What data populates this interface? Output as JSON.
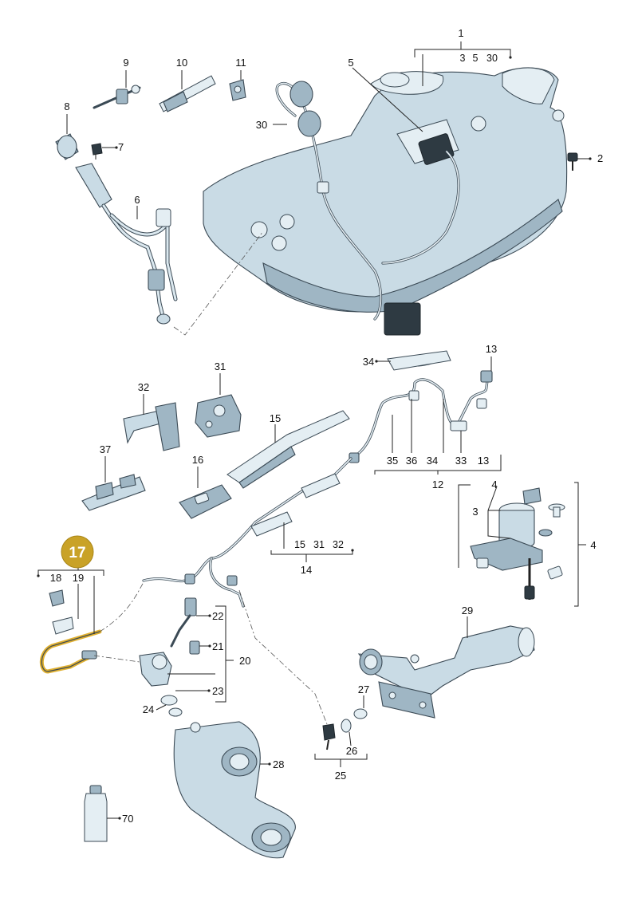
{
  "badge": {
    "label": "17",
    "fill": "#c9a227",
    "text_color": "#ffffff"
  },
  "colors": {
    "highlight": "#e0b030",
    "part_fill": "#c9dbe5",
    "line": "#3b4a55"
  },
  "callouts": {
    "c1": "1",
    "c1_sub_a": "3",
    "c1_sub_b": "5",
    "c1_sub_c": "30",
    "c2": "2",
    "c5": "5",
    "c6": "6",
    "c7": "7",
    "c8": "8",
    "c9": "9",
    "c10": "10",
    "c11": "11",
    "c30": "30",
    "c34_top": "34",
    "c13_top": "13",
    "c35": "35",
    "c36": "36",
    "c34_bot": "34",
    "c33": "33",
    "c13_bot": "13",
    "c12": "12",
    "c31": "31",
    "c32": "32",
    "c15": "15",
    "c16": "16",
    "c37": "37",
    "c14_sub_a": "15",
    "c14_sub_b": "31",
    "c14_sub_c": "32",
    "c14": "14",
    "c3": "3",
    "c4_small": "4",
    "c4": "4",
    "c18": "18",
    "c19": "19",
    "c22": "22",
    "c21": "21",
    "c20": "20",
    "c23": "23",
    "c24": "24",
    "c29": "29",
    "c27": "27",
    "c26": "26",
    "c25": "25",
    "c28": "28",
    "c70": "70"
  }
}
